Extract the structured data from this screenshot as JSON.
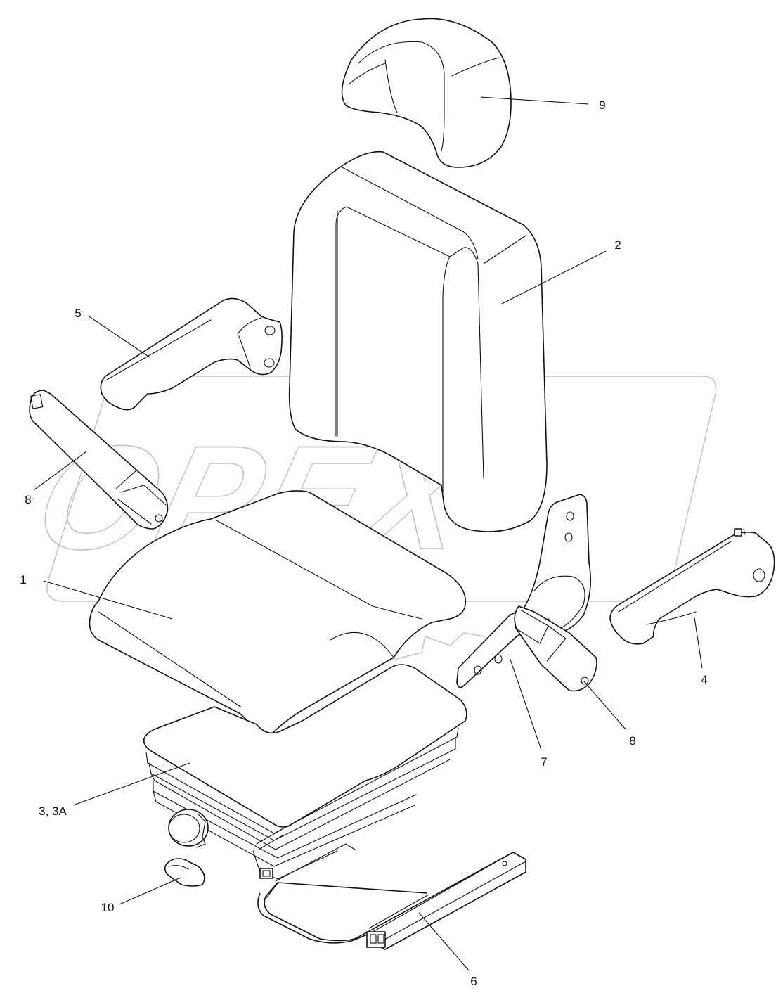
{
  "watermark": {
    "text": "OPEX"
  },
  "callouts": [
    {
      "id": "1",
      "label": "1"
    },
    {
      "id": "2",
      "label": "2"
    },
    {
      "id": "3",
      "label": "3, 3A"
    },
    {
      "id": "4",
      "label": "4"
    },
    {
      "id": "5",
      "label": "5"
    },
    {
      "id": "6",
      "label": "6"
    },
    {
      "id": "7",
      "label": "7"
    },
    {
      "id": "8a",
      "label": "8"
    },
    {
      "id": "8b",
      "label": "8"
    },
    {
      "id": "9",
      "label": "9"
    },
    {
      "id": "10",
      "label": "10"
    }
  ]
}
